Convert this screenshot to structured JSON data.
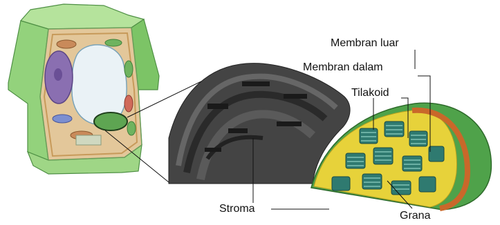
{
  "labels": {
    "outer_membrane": "Membran luar",
    "inner_membrane": "Membran dalam",
    "thylakoid": "Tilakoid",
    "stroma": "Stroma",
    "grana": "Grana"
  },
  "colors": {
    "cell_wall": "#8fd07a",
    "cell_wall_dark": "#5fae55",
    "cytoplasm": "#e3c79a",
    "vacuole": "#e9f1f5",
    "nucleus": "#8a6fb1",
    "chloroplast_green": "#4fa24a",
    "tem_dark": "#3a3a3a",
    "stroma_yellow": "#e7d23a",
    "inner_orange": "#c9682a",
    "grana_teal": "#2f7a70"
  }
}
